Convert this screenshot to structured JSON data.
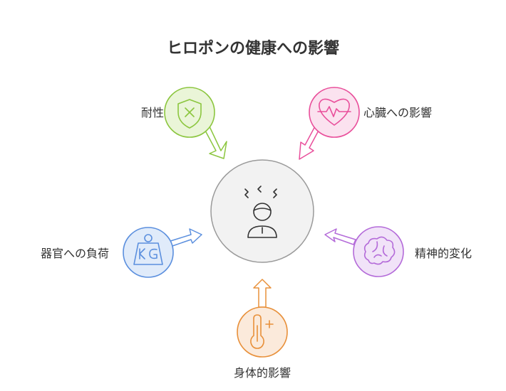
{
  "title": "ヒロポンの健康への影響",
  "center": {
    "icon": "stressed-person-icon",
    "fill": "#f2f2f2",
    "stroke": "#9a9a9a"
  },
  "nodes": [
    {
      "key": "tolerance",
      "label": "耐性",
      "icon": "shield-x-icon",
      "color": "#8cc63f",
      "fill": "#eaf5d8"
    },
    {
      "key": "cardiac",
      "label": "心臓への影響",
      "icon": "heart-pulse-icon",
      "color": "#e94f9b",
      "fill": "#fbe2ef"
    },
    {
      "key": "organ",
      "label": "器官への負荷",
      "icon": "kg-weight-icon",
      "color": "#5b8fde",
      "fill": "#e0ebfa"
    },
    {
      "key": "mental",
      "label": "精神的変化",
      "icon": "brain-icon",
      "color": "#b46bd9",
      "fill": "#f1e3f8"
    },
    {
      "key": "physical",
      "label": "身体的影響",
      "icon": "thermometer-plus-icon",
      "color": "#e8903a",
      "fill": "#fbeadb"
    }
  ]
}
